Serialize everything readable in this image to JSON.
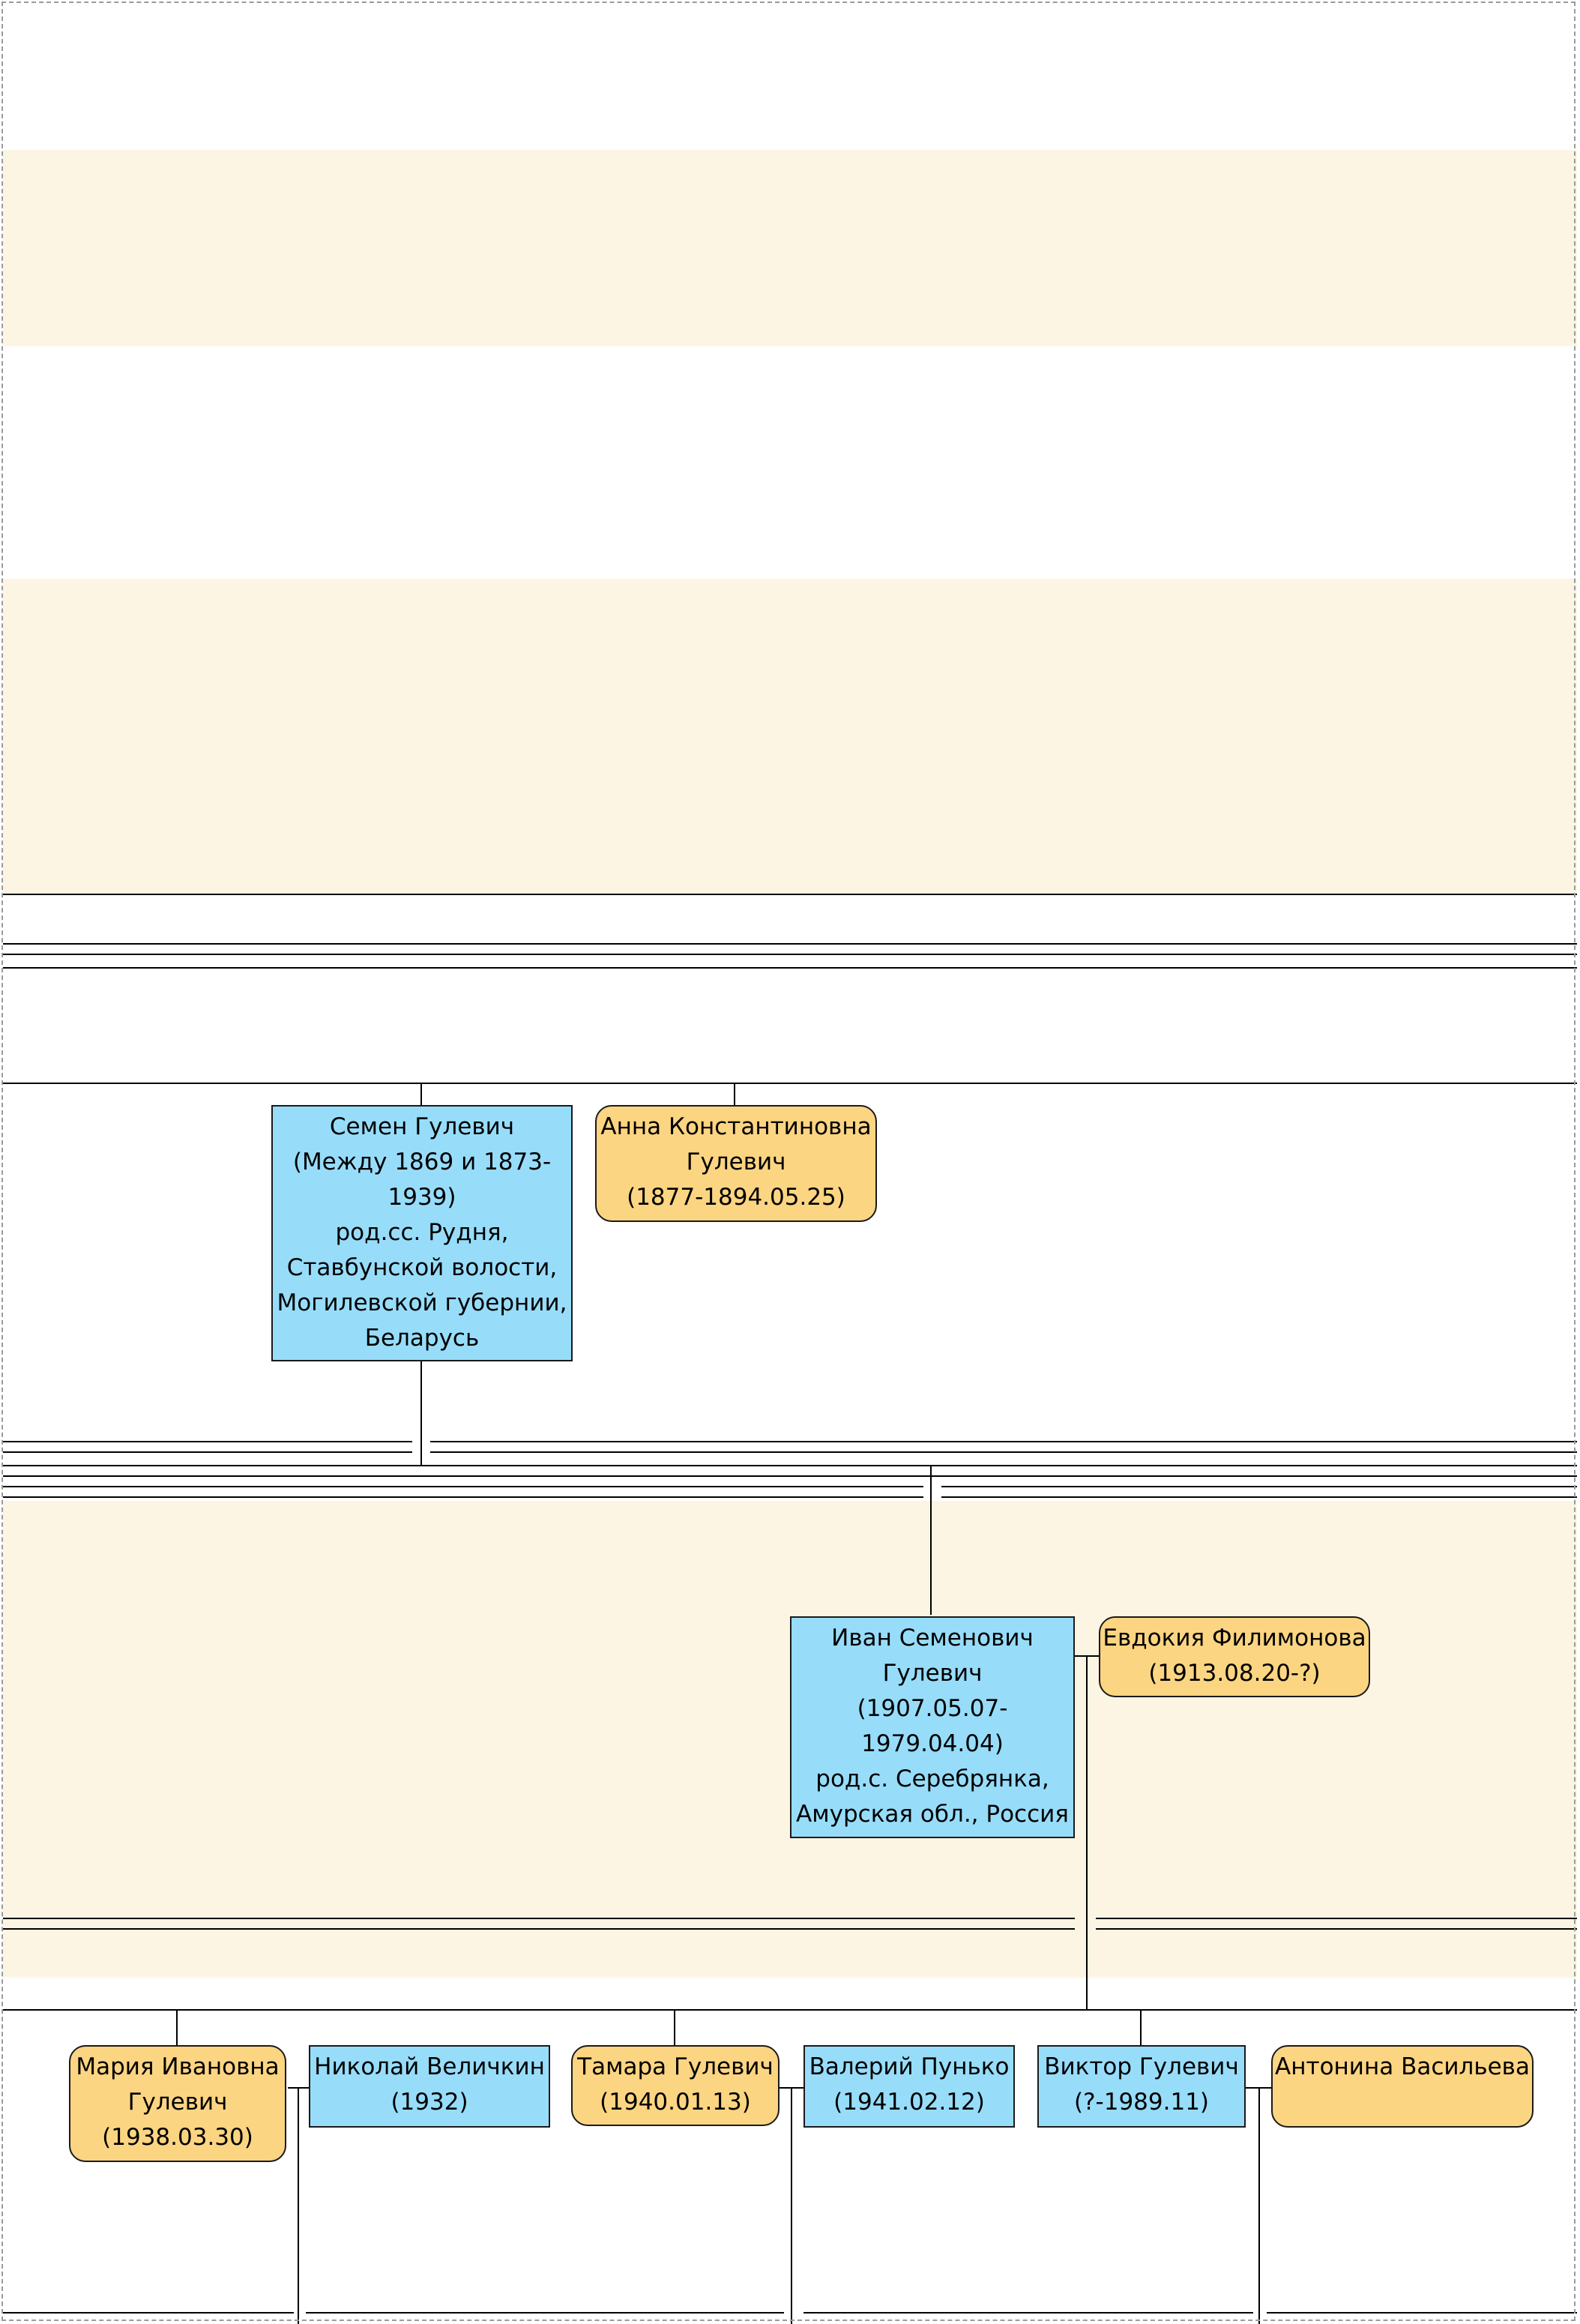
{
  "persons": {
    "semen": {
      "name": "Семен Гулевич",
      "dates_1": "(Между 1869 и 1873-",
      "dates_2": "1939)",
      "place_1": "род.сс. Рудня,",
      "place_2": "Ставбунской волости,",
      "place_3": "Могилевской губернии,",
      "place_4": "Беларусь"
    },
    "anna": {
      "name_1": "Анна Константиновна",
      "name_2": "Гулевич",
      "dates": "(1877-1894.05.25)"
    },
    "ivan": {
      "name_1": "Иван Семенович",
      "name_2": "Гулевич",
      "dates_1": "(1907.05.07-",
      "dates_2": "1979.04.04)",
      "place_1": "род.с. Серебрянка,",
      "place_2": "Амурская обл., Россия"
    },
    "evdokia": {
      "name": "Евдокия Филимонова",
      "dates": "(1913.08.20-?)"
    },
    "maria": {
      "name_1": "Мария Ивановна",
      "name_2": "Гулевич",
      "dates": "(1938.03.30)"
    },
    "nikolai": {
      "name": "Николай Величкин",
      "dates": "(1932)"
    },
    "tamara": {
      "name": "Тамара Гулевич",
      "dates": "(1940.01.13)"
    },
    "valery": {
      "name": "Валерий Пунько",
      "dates": "(1941.02.12)"
    },
    "viktor": {
      "name": "Виктор Гулевич",
      "dates": "(?-1989.11)"
    },
    "antonina": {
      "name": "Антонина Васильева"
    }
  },
  "colors": {
    "male_fill": "#97ddfa",
    "female_fill": "#fcd582",
    "band_fill": "#fdf5e3",
    "line": "#000000"
  }
}
